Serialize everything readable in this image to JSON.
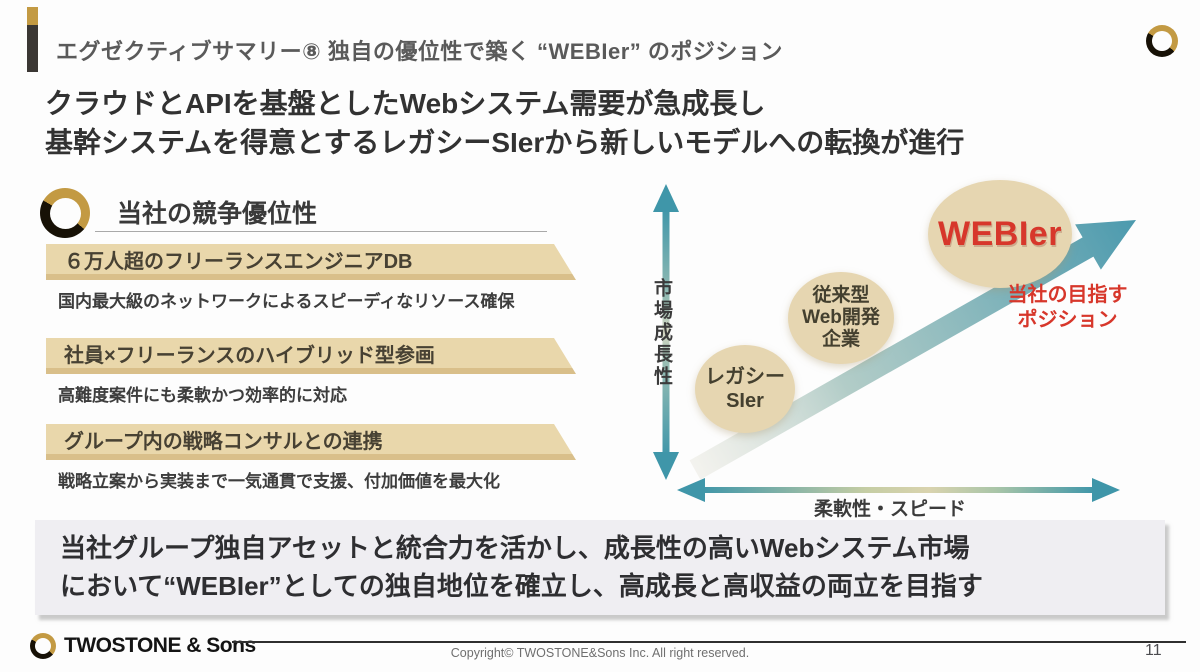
{
  "slide": {
    "title": "エグゼクティブサマリー⑧ 独自の優位性で築く “WEBIer” のポジション",
    "headline_line1": "クラウドとAPIを基盤としたWebシステム需要が急成長し",
    "headline_line2": "基幹システムを得意とするレガシーSIerから新しいモデルへの転換が進行"
  },
  "advantages": {
    "section_title": "当社の競争優位性",
    "items": [
      {
        "banner": "６万人超のフリーランスエンジニアDB",
        "desc": "国内最大級のネットワークによるスピーディなリソース確保"
      },
      {
        "banner": "社員×フリーランスのハイブリッド型参画",
        "desc": "高難度案件にも柔軟かつ効率的に対応"
      },
      {
        "banner": "グループ内の戦略コンサルとの連携",
        "desc": "戦略立案から実装まで一気通貫で支援、付加価値を最大化"
      }
    ]
  },
  "chart_data": {
    "type": "scatter",
    "title": "",
    "xlabel": "柔軟性・スピード",
    "ylabel": "市場成長性",
    "x_scale": "qualitative-low-to-high",
    "y_scale": "qualitative-low-to-high",
    "points": [
      {
        "label": "レガシーSIer",
        "label_lines": [
          "レガシー",
          "SIer"
        ],
        "x": 0.2,
        "y": 0.25,
        "highlight": false
      },
      {
        "label": "従来型Web開発企業",
        "label_lines": [
          "従来型",
          "Web開発",
          "企業"
        ],
        "x": 0.45,
        "y": 0.55,
        "highlight": false
      },
      {
        "label": "WEBIer",
        "label_lines": [
          "WEBIer"
        ],
        "x": 0.78,
        "y": 0.85,
        "highlight": true
      }
    ],
    "trend_arrow": "diagonal-up-right",
    "annotation_line1": "当社の目指す",
    "annotation_line2": "ポジション"
  },
  "summary": {
    "line1": "当社グループ独自アセットと統合力を活かし、成長性の高いWebシステム市場",
    "line2": "において“WEBIer”としての独自地位を確立し、高成長と高収益の両立を目指す"
  },
  "footer": {
    "brand": "TWOSTONE & Sons",
    "copyright": "Copyright© TWOSTONE&Sons Inc. All right reserved.",
    "page_number": "11"
  },
  "icons": {
    "brand_ring": "two-tone-ring (black left / gold right)"
  },
  "colors": {
    "accent_gold": "#c39a43",
    "accent_dark": "#3b3734",
    "banner_tan": "#e9d7ab",
    "bubble_tan": "#e6d6b1",
    "axis_teal": "#3f96a9",
    "alert_red": "#d7372b",
    "summary_bg": "#efeef2"
  }
}
